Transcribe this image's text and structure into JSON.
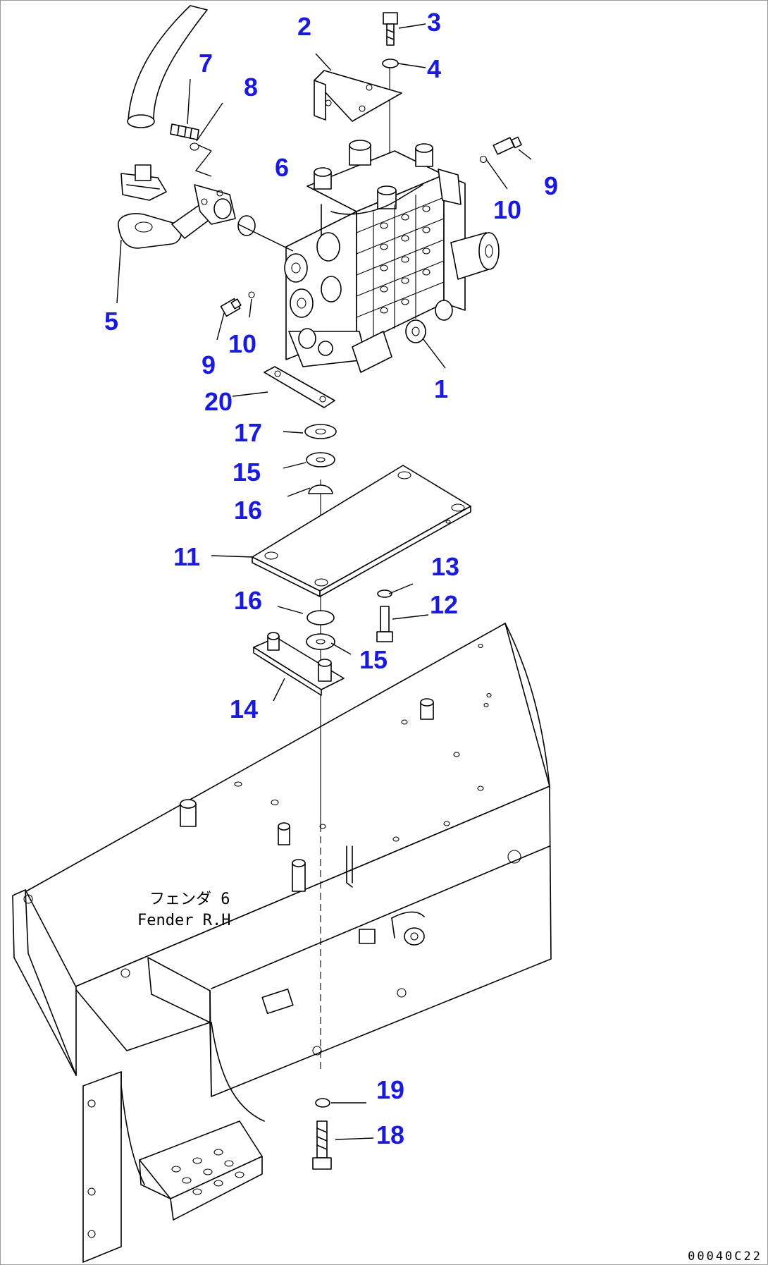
{
  "diagram": {
    "callout_color": "#1a1adc",
    "labels": [
      {
        "id": "1",
        "text": "1"
      },
      {
        "id": "2",
        "text": "2"
      },
      {
        "id": "3",
        "text": "3"
      },
      {
        "id": "4",
        "text": "4"
      },
      {
        "id": "5",
        "text": "5"
      },
      {
        "id": "6",
        "text": "6"
      },
      {
        "id": "7",
        "text": "7"
      },
      {
        "id": "8",
        "text": "8"
      },
      {
        "id": "9a",
        "text": "9"
      },
      {
        "id": "9b",
        "text": "9"
      },
      {
        "id": "10a",
        "text": "10"
      },
      {
        "id": "10b",
        "text": "10"
      },
      {
        "id": "11",
        "text": "11"
      },
      {
        "id": "12",
        "text": "12"
      },
      {
        "id": "13",
        "text": "13"
      },
      {
        "id": "14",
        "text": "14"
      },
      {
        "id": "15a",
        "text": "15"
      },
      {
        "id": "15b",
        "text": "15"
      },
      {
        "id": "16a",
        "text": "16"
      },
      {
        "id": "16b",
        "text": "16"
      },
      {
        "id": "17",
        "text": "17"
      },
      {
        "id": "18",
        "text": "18"
      },
      {
        "id": "19",
        "text": "19"
      },
      {
        "id": "20",
        "text": "20"
      }
    ],
    "fender_label_jp": "フェンダ 6",
    "fender_label_en": "Fender R.H",
    "drawing_code": "00040C22"
  }
}
